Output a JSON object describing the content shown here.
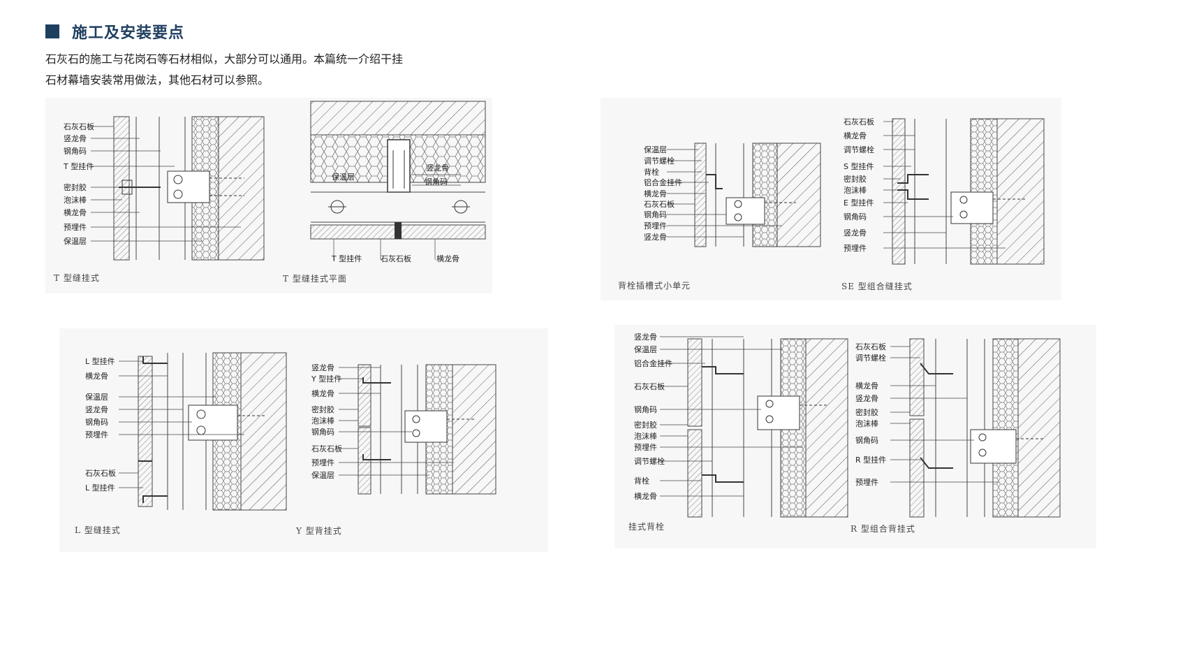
{
  "header": {
    "title": "施工及安装要点"
  },
  "intro": {
    "line1": "石灰石的施工与花岗石等石材相似，大部分可以通用。本篇统一介绍干挂",
    "line2": "石材幕墙安装常用做法，其他石材可以参照。"
  },
  "diagrams": {
    "t_joint": {
      "caption": "T 型缝挂式",
      "labels": [
        "石灰石板",
        "竖龙骨",
        "钢角码",
        "T 型挂件",
        "密封胶",
        "泡沫棒",
        "横龙骨",
        "预埋件",
        "保温层"
      ]
    },
    "t_plan": {
      "caption": "T 型缝挂式平面",
      "labels": [
        "保温层",
        "竖龙骨",
        "钢角码",
        "T 型挂件",
        "石灰石板",
        "横龙骨"
      ]
    },
    "back_bolt_unit": {
      "caption": "背栓插槽式小单元",
      "labels": [
        "保温层",
        "调节螺栓",
        "背栓",
        "铝合金挂件",
        "横龙骨",
        "石灰石板",
        "钢角码",
        "预埋件",
        "竖龙骨"
      ]
    },
    "se_joint": {
      "caption": "SE 型组合缝挂式",
      "labels": [
        "石灰石板",
        "横龙骨",
        "调节螺栓",
        "S 型挂件",
        "密封胶",
        "泡沫棒",
        "E 型挂件",
        "钢角码",
        "竖龙骨",
        "预埋件"
      ]
    },
    "l_joint": {
      "caption": "L 型缝挂式",
      "labels": [
        "L 型挂件",
        "横龙骨",
        "保温层",
        "竖龙骨",
        "钢角码",
        "预埋件",
        "石灰石板",
        "L 型挂件"
      ]
    },
    "y_back": {
      "caption": "Y 型背挂式",
      "labels": [
        "竖龙骨",
        "Y 型挂件",
        "横龙骨",
        "密封胶",
        "泡沫棒",
        "钢角码",
        "石灰石板",
        "预埋件",
        "保温层"
      ]
    },
    "hang_back_bolt": {
      "caption": "挂式背栓",
      "labels": [
        "竖龙骨",
        "保温层",
        "铝合金挂件",
        "石灰石板",
        "钢角码",
        "密封胶",
        "泡沫棒",
        "预埋件",
        "调节螺栓",
        "背栓",
        "横龙骨"
      ]
    },
    "r_back": {
      "caption": "R 型组合背挂式",
      "labels": [
        "石灰石板",
        "调节螺栓",
        "横龙骨",
        "竖龙骨",
        "密封胶",
        "泡沫棒",
        "钢角码",
        "R 型挂件",
        "预埋件"
      ]
    }
  }
}
